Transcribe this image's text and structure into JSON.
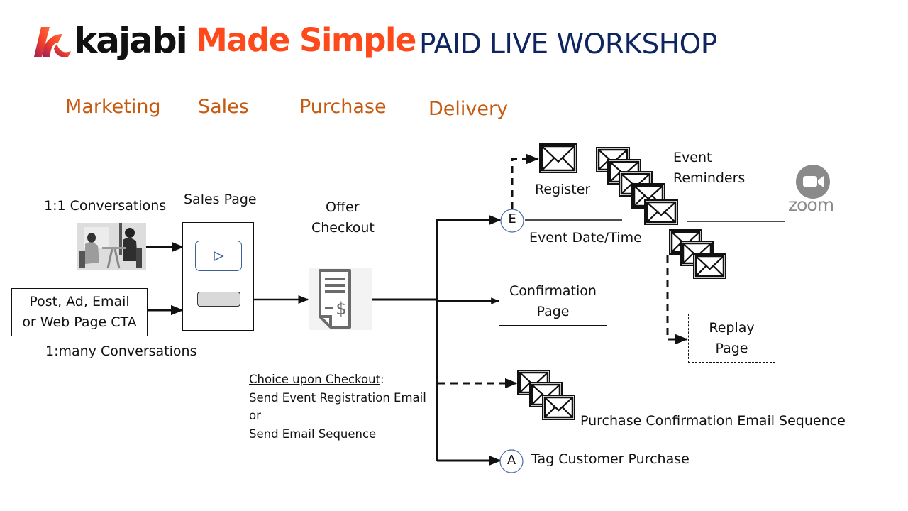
{
  "header": {
    "brand": "kajabi",
    "tagline": "Made Simple",
    "title": "PAID LIVE WORKSHOP",
    "colors": {
      "brand_text": "#111111",
      "tagline": "#fe4a1a",
      "title": "#0e2560",
      "stage": "#c55a11"
    }
  },
  "stages": [
    "Marketing",
    "Sales",
    "Purchase",
    "Delivery"
  ],
  "marketing": {
    "one_to_one_label": "1:1 Conversations",
    "cta_box": [
      "Post, Ad, Email",
      "or Web Page CTA"
    ],
    "one_to_many_label": "1:many Conversations"
  },
  "sales": {
    "label": "Sales Page"
  },
  "purchase": {
    "label_line1": "Offer",
    "label_line2": "Checkout",
    "choice_heading": "Choice upon Checkout",
    "choice_colon": ":",
    "choice_lines": [
      "Send Event Registration Email",
      "or",
      "Send Email Sequence"
    ]
  },
  "delivery": {
    "event_node": "E",
    "register_label": "Register",
    "reminders_label": [
      "Event",
      "Reminders"
    ],
    "event_datetime_label": "Event Date/Time",
    "zoom_label": "zoom",
    "confirmation_box": [
      "Confirmation",
      "Page"
    ],
    "replay_box": [
      "Replay",
      "Page"
    ],
    "email_sequence_label": "Purchase Confirmation Email Sequence",
    "tag_node": "A",
    "tag_label": "Tag Customer Purchase"
  }
}
